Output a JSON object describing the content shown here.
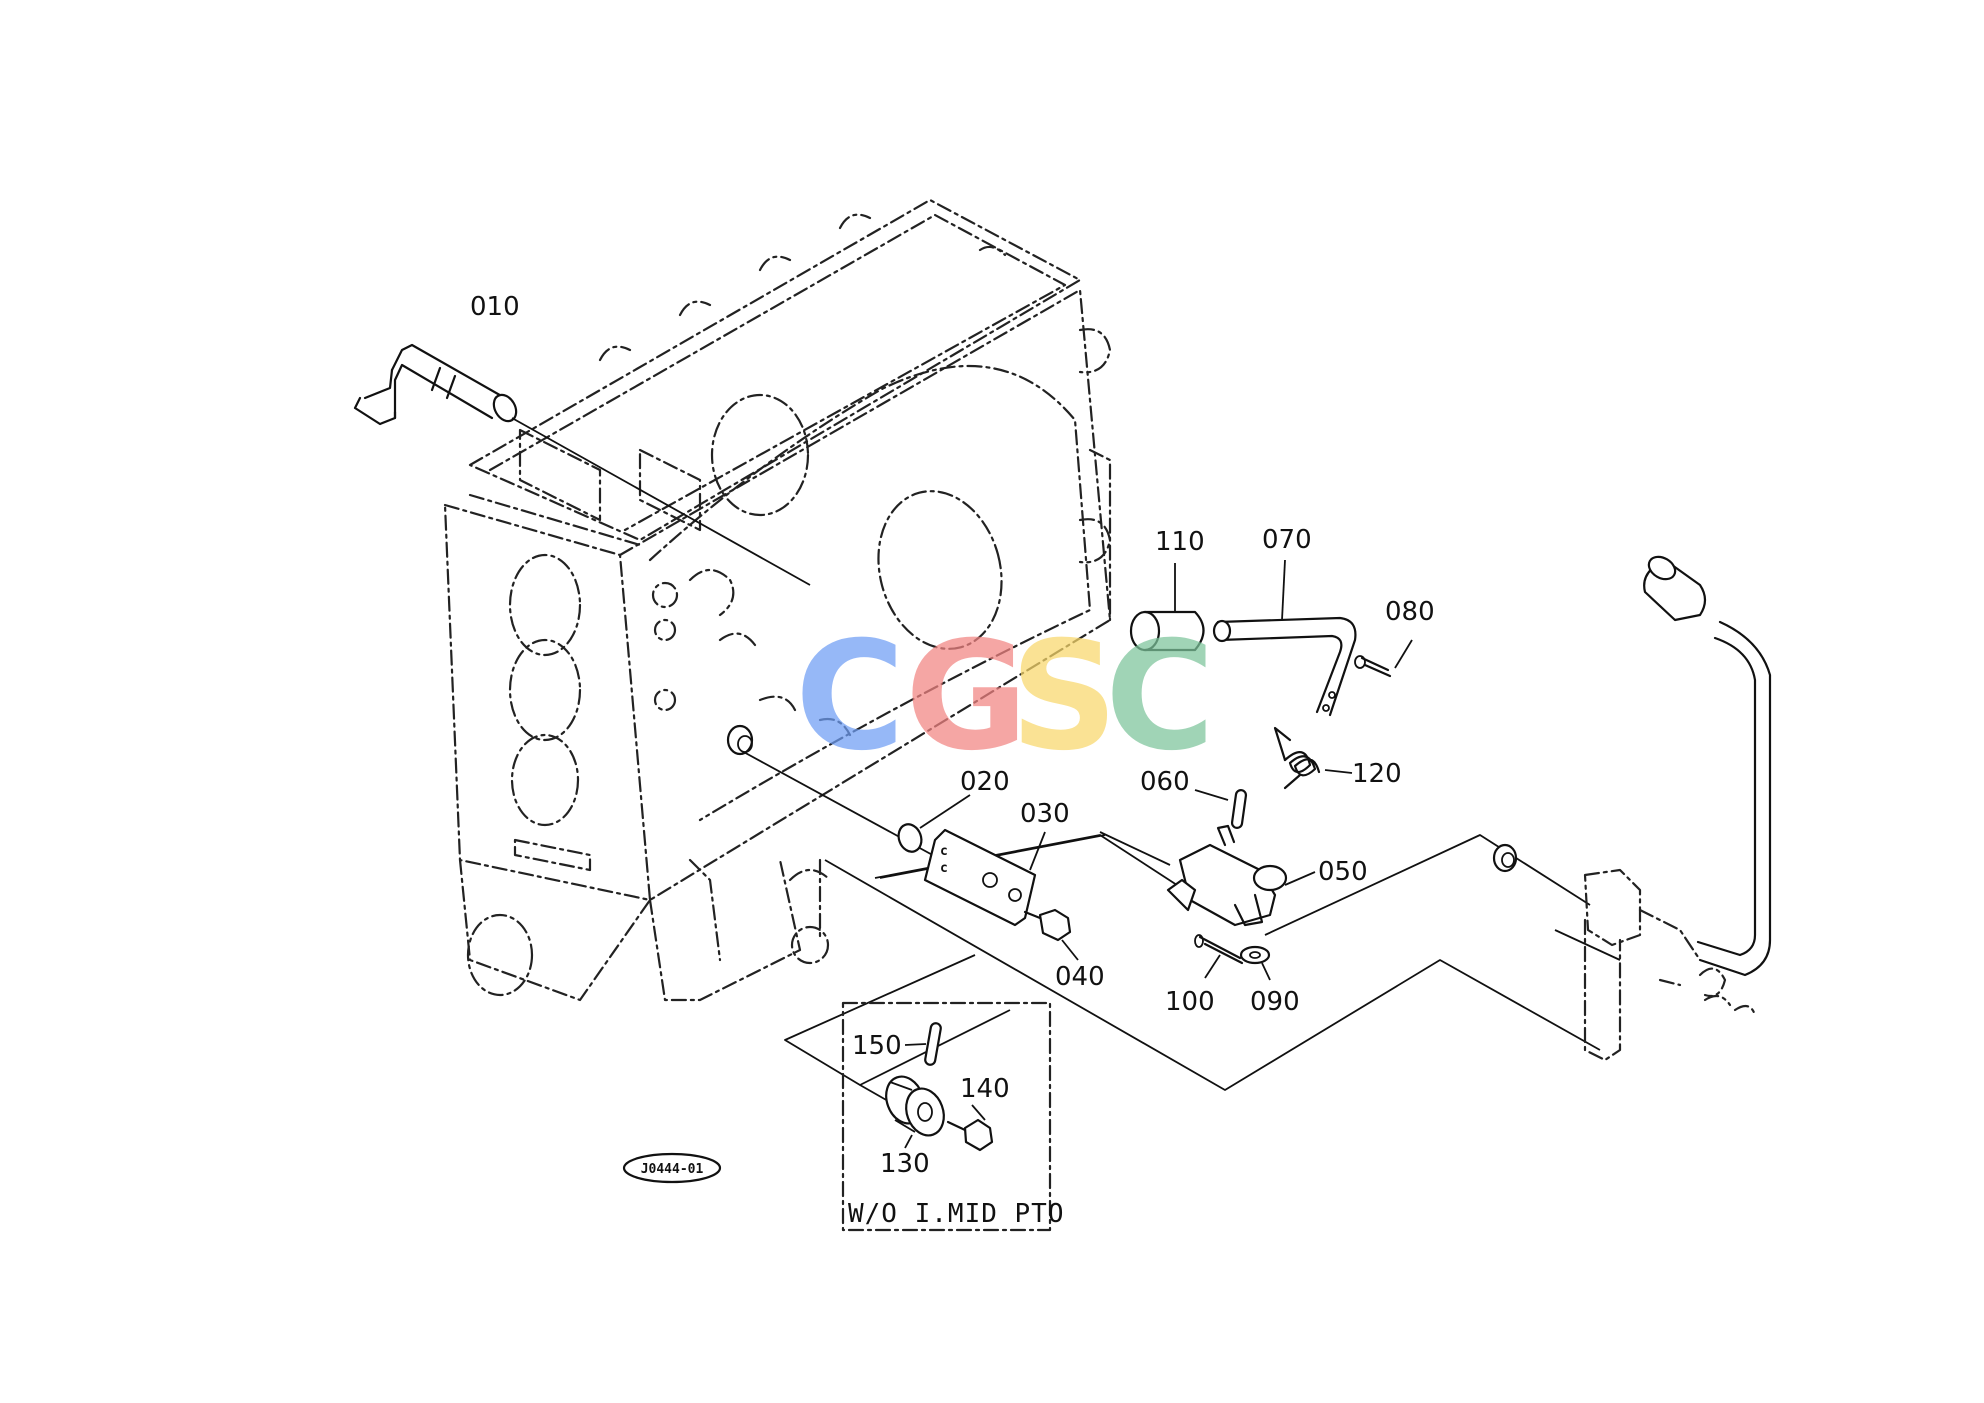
{
  "diagram": {
    "part_labels": {
      "p010": "010",
      "p020": "020",
      "p030": "030",
      "p040": "040",
      "p050": "050",
      "p060": "060",
      "p070": "070",
      "p080": "080",
      "p090": "090",
      "p100": "100",
      "p110": "110",
      "p120": "120",
      "p130": "130",
      "p140": "140",
      "p150": "150"
    },
    "option_box_label": "W/O I.MID PTO",
    "figure_ref": "J0444-01",
    "watermark": {
      "letters": [
        "C",
        "G",
        "S",
        "C"
      ],
      "colors": [
        "#6f9ef5",
        "#f28482",
        "#f9d86b",
        "#7cc49a"
      ]
    }
  }
}
